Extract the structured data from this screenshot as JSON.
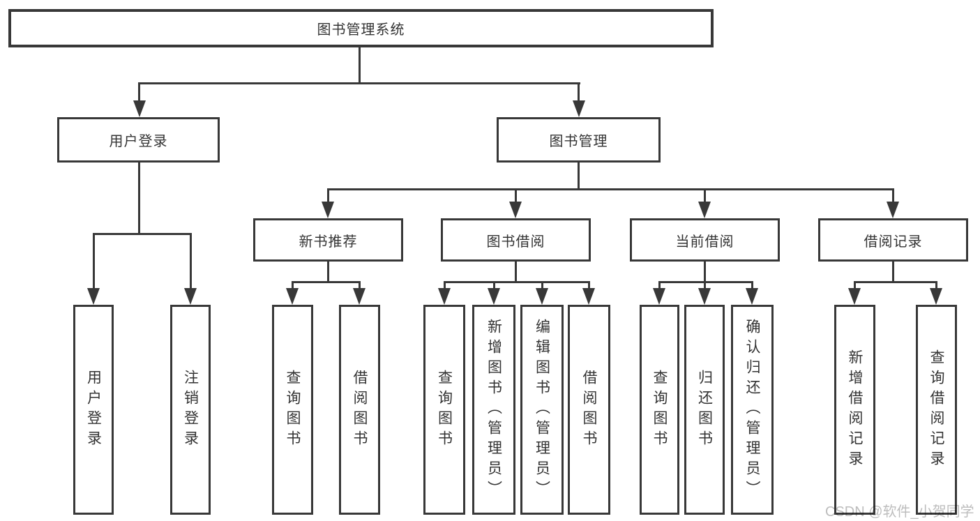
{
  "diagram_title": "图书管理系统",
  "tree": {
    "root": {
      "label": "图书管理系统"
    },
    "branches": [
      {
        "label": "用户登录",
        "children": [
          {
            "label": "用户登录"
          },
          {
            "label": "注销登录"
          }
        ]
      },
      {
        "label": "图书管理",
        "children": [
          {
            "label": "新书推荐",
            "children": [
              {
                "label": "查询图书"
              },
              {
                "label": "借阅图书"
              }
            ]
          },
          {
            "label": "图书借阅",
            "children": [
              {
                "label": "查询图书"
              },
              {
                "label": "新增图书（管理员）"
              },
              {
                "label": "编辑图书（管理员）"
              },
              {
                "label": "借阅图书"
              }
            ]
          },
          {
            "label": "当前借阅",
            "children": [
              {
                "label": "查询图书"
              },
              {
                "label": "归还图书"
              },
              {
                "label": "确认归还（管理员）"
              }
            ]
          },
          {
            "label": "借阅记录",
            "children": [
              {
                "label": "新增借阅记录"
              },
              {
                "label": "查询借阅记录"
              }
            ]
          }
        ]
      }
    ]
  },
  "watermark": {
    "text": "CSDN @软件_小贺同学"
  },
  "colors": {
    "line": "#383838",
    "text": "#333333",
    "wm": "#bdbdbd",
    "bg": "#ffffff"
  }
}
